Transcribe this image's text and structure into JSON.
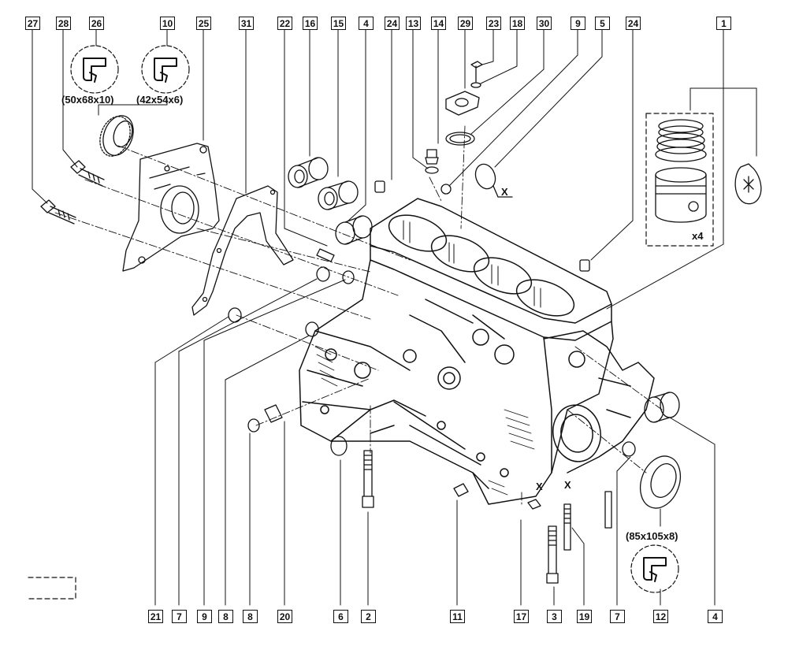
{
  "top_callouts": [
    "27",
    "28",
    "26",
    "10",
    "25",
    "31",
    "22",
    "16",
    "15",
    "4",
    "24",
    "13",
    "14",
    "29",
    "23",
    "18",
    "30",
    "9",
    "5",
    "24",
    "1"
  ],
  "bottom_callouts": [
    "21",
    "7",
    "9",
    "8",
    "8",
    "20",
    "6",
    "2",
    "11",
    "17",
    "3",
    "19",
    "7",
    "12",
    "4"
  ],
  "dimensions": {
    "seal_26": "(50x68x10)",
    "seal_10": "(42x54x6)",
    "seal_12": "(85x105x8)"
  },
  "labels": {
    "x_mark_plug": "X",
    "x_mark_stud_a": "X",
    "x_mark_stud_b": "X",
    "piston_qty": "x4"
  }
}
